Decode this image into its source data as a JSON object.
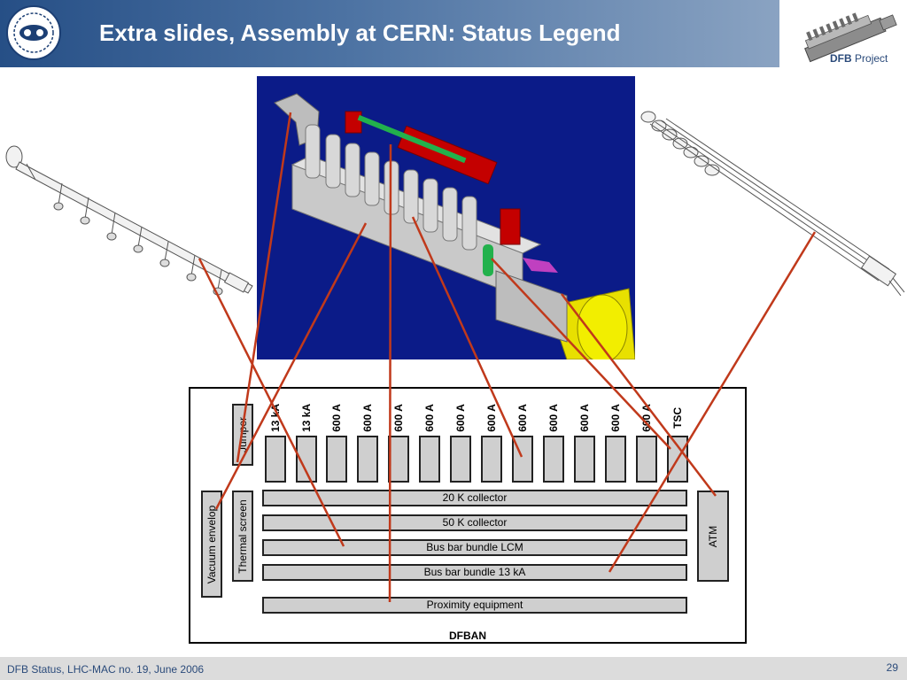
{
  "slide": {
    "title": "Extra slides, Assembly at CERN: Status Legend",
    "brand_bold": "DFB",
    "brand_rest": "Project",
    "footer": "DFB Status, LHC-MAC no. 19, June 2006",
    "page_number": "29"
  },
  "colors": {
    "header_start": "#264f86",
    "header_end": "#8aa3c2",
    "render_bg": "#0b1b88",
    "connector": "#c0391b",
    "component_fill": "#cfcfcf"
  },
  "diagram": {
    "title": "DFBAN",
    "left_boxes": [
      {
        "label": "Vacuum envelop"
      },
      {
        "label": "Thermal screen"
      },
      {
        "label": "Jumper"
      }
    ],
    "right_box": {
      "label": "ATM"
    },
    "current_leads": [
      "13 kA",
      "13 kA",
      "600 A",
      "600 A",
      "600 A",
      "600 A",
      "600 A",
      "600 A",
      "600 A",
      "600 A",
      "600 A",
      "600 A",
      "600 A",
      "TSC"
    ],
    "bars": [
      {
        "label": "20 K collector"
      },
      {
        "label": "50 K collector"
      },
      {
        "label": "Bus bar bundle LCM"
      },
      {
        "label": "Bus bar bundle 13 kA"
      },
      {
        "label": "Proximity equipment"
      }
    ]
  }
}
